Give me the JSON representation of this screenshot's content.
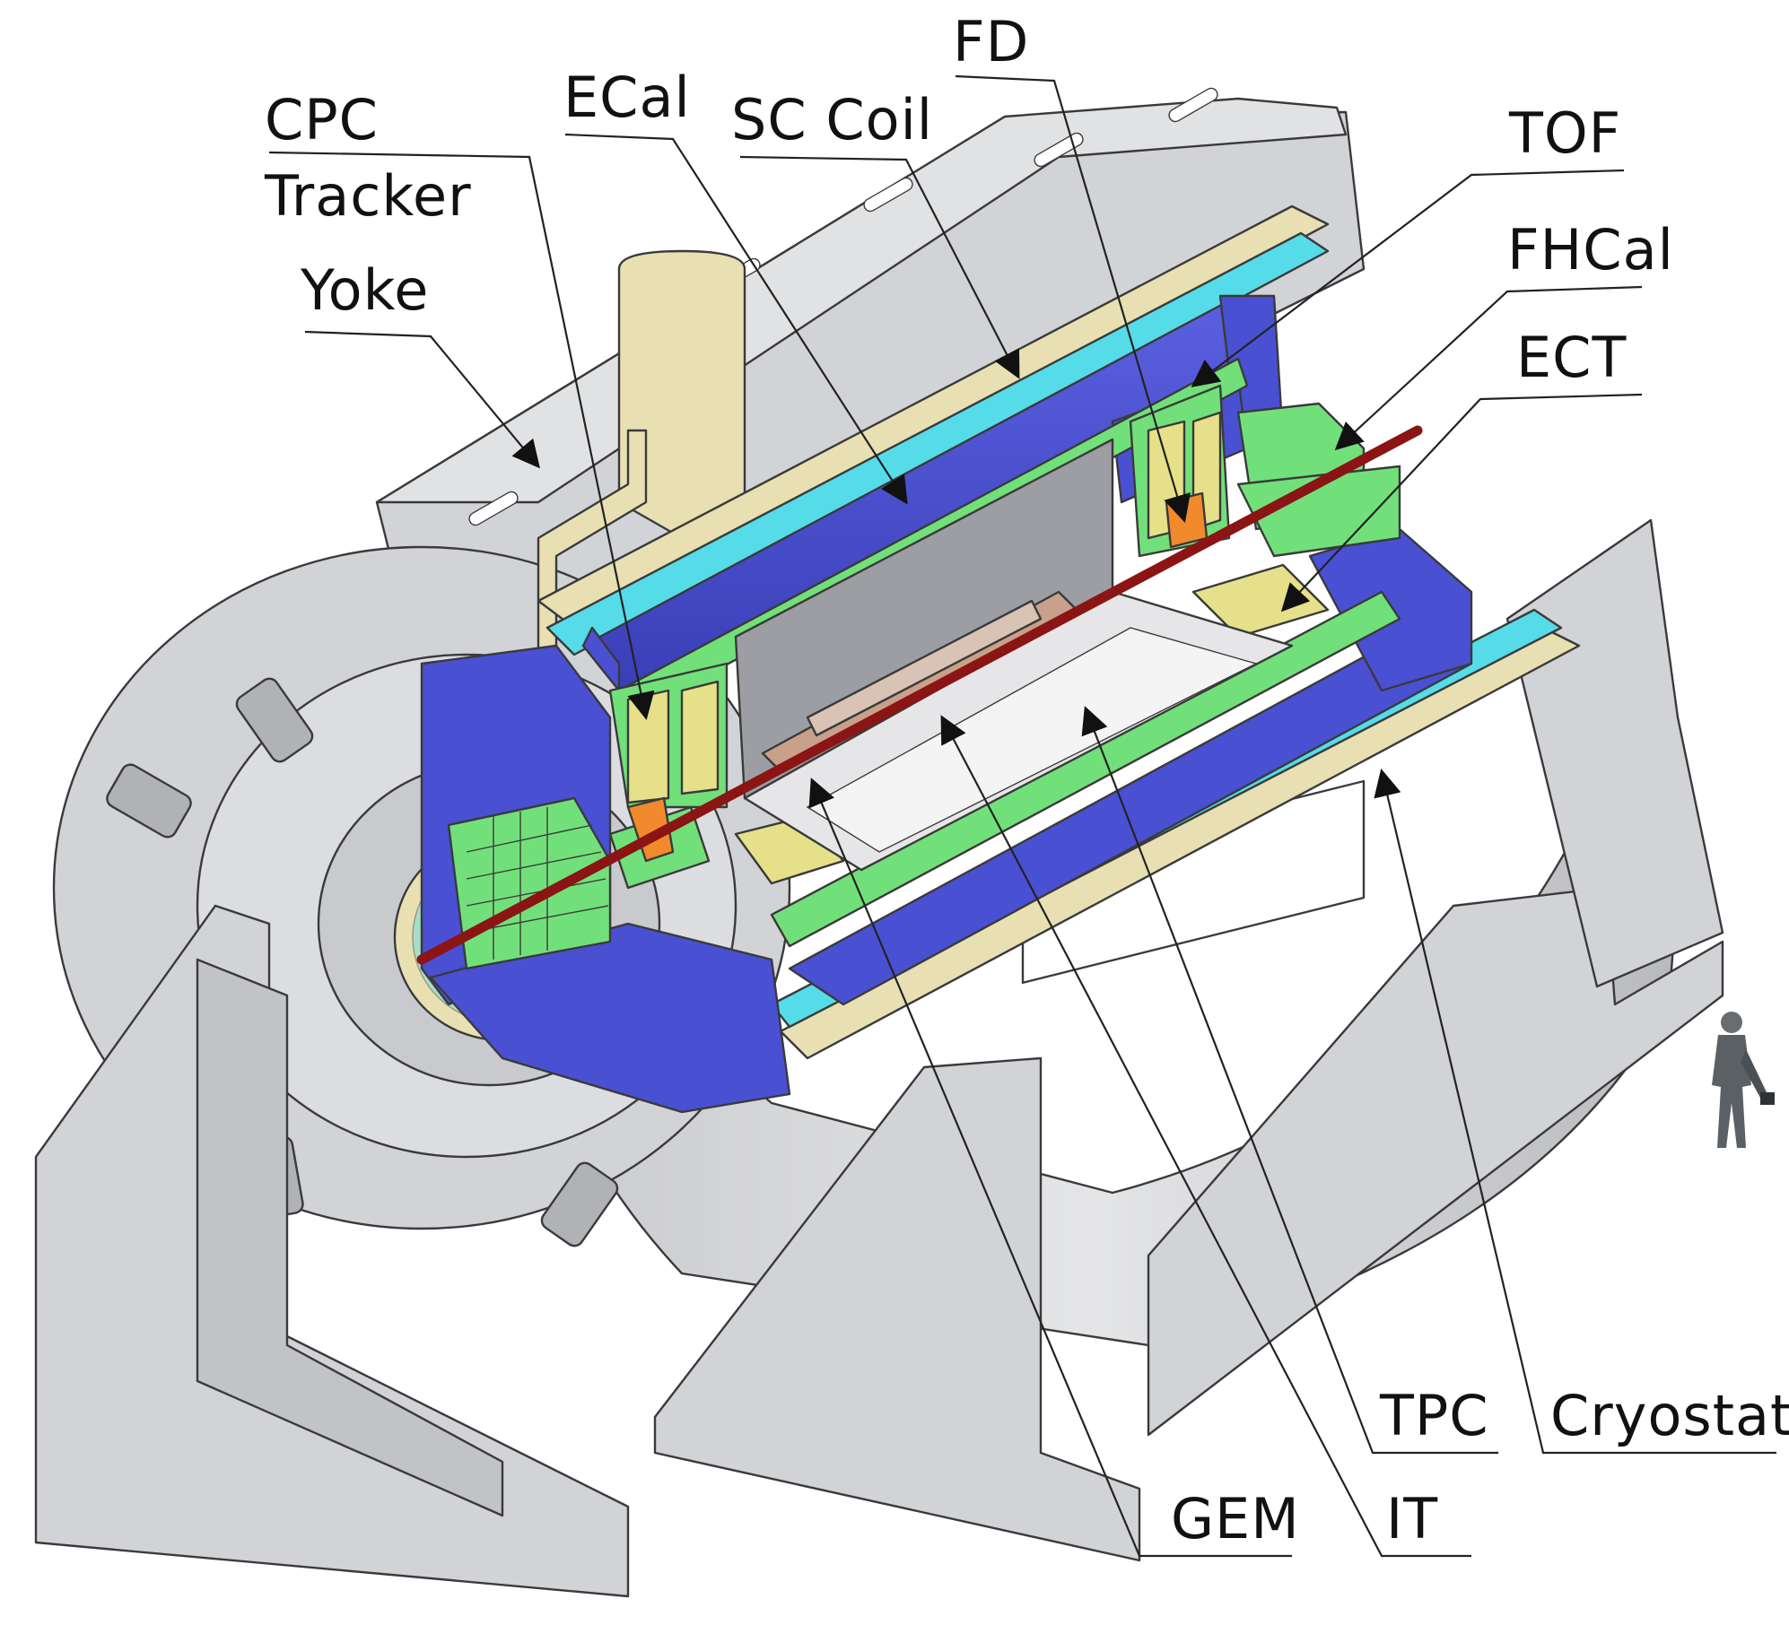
{
  "diagram": {
    "labels": {
      "cpc": "CPC",
      "tracker": "Tracker",
      "yoke": "Yoke",
      "ecal": "ECal",
      "sc_coil": "SC  Coil",
      "fd": "FD",
      "tof": "TOF",
      "fhcal": "FHCal",
      "ect": "ECT",
      "tpc": "TPC",
      "cryostat": "Cryostat",
      "gem": "GEM",
      "it": "IT"
    },
    "icons": [
      "person-scale-figure-icon"
    ],
    "colors": {
      "yoke_grey": "#d2d3d6",
      "yoke_shade": "#b6b8bc",
      "magnet_blue": "#4a50d2",
      "magnet_blue_dark": "#3338a8",
      "tof_green": "#72e07a",
      "tof_green_dark": "#4fb85a",
      "ecal_yellow": "#e7e08a",
      "cryostat_cyan": "#55dce8",
      "cryostat_beige": "#e8e0b2",
      "tpc_grey": "#9c9ea3",
      "beam_pipe_red": "#8b1414",
      "flange_orange": "#f08a2c"
    }
  }
}
